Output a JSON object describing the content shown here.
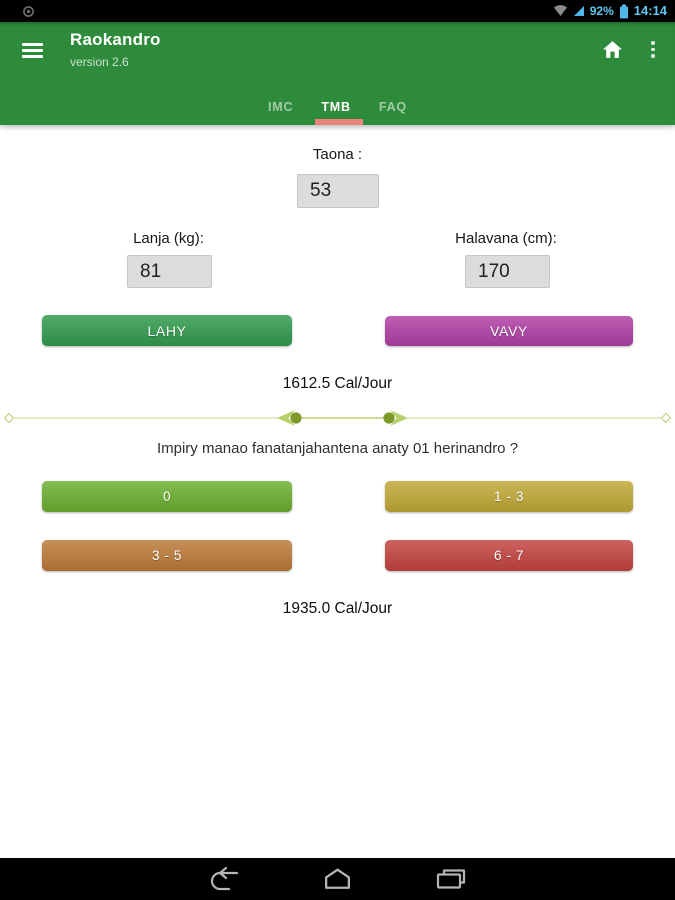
{
  "status_bar": {
    "battery_percent": "92%",
    "time": "14:14"
  },
  "app_bar": {
    "title": "Raokandro",
    "subtitle": "version 2.6",
    "tabs": [
      {
        "label": "IMC",
        "active": false
      },
      {
        "label": "TMB",
        "active": true
      },
      {
        "label": "FAQ",
        "active": false
      }
    ]
  },
  "form": {
    "age_label": "Taona :",
    "age_value": "53",
    "weight_label": "Lanja (kg):",
    "weight_value": "81",
    "height_label": "Halavana (cm):",
    "height_value": "170",
    "male_button_label": "LAHY",
    "female_button_label": "VAVY"
  },
  "results": {
    "basal_metabolism": "1612.5 Cal/Jour",
    "daily_needs": "1935.0 Cal/Jour"
  },
  "activity": {
    "question": "Impiry manao fanatanjahantena anaty 01 herinandro ?",
    "options": [
      {
        "label": "0",
        "color": "#6cb031"
      },
      {
        "label": "1 - 3",
        "color": "#c1a936"
      },
      {
        "label": "3 - 5",
        "color": "#bd7a37"
      },
      {
        "label": "6 - 7",
        "color": "#c4443f"
      }
    ]
  },
  "colors": {
    "app_bar_green": "#2e8b3c",
    "tab_indicator": "#e8837d",
    "male_button": "#319b4d",
    "female_button": "#b03fa5",
    "status_accent": "#5ec8f2",
    "divider_light": "#c3d67e",
    "divider_dark": "#7d9a28"
  },
  "icons": {
    "menu": "hamburger-menu",
    "home_action": "home",
    "overflow": "more-vertical",
    "status_left": "notification-dot",
    "wifi": "wifi",
    "signal": "cell-signal",
    "battery": "battery",
    "nav_back": "back",
    "nav_home": "home",
    "nav_recents": "recent-apps"
  }
}
